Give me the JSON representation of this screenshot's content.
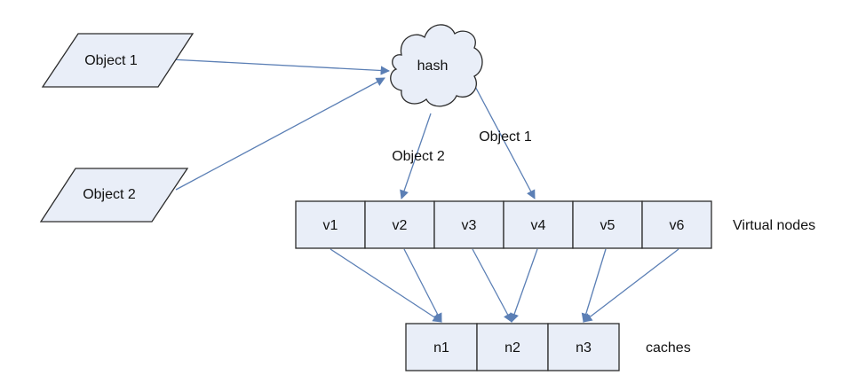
{
  "inputs": [
    "Object 1",
    "Object 2"
  ],
  "hash_label": "hash",
  "edge_labels": {
    "to_v2": "Object 2",
    "to_v4": "Object 1"
  },
  "virtual_nodes": [
    "v1",
    "v2",
    "v3",
    "v4",
    "v5",
    "v6"
  ],
  "virtual_nodes_label": "Virtual nodes",
  "caches": [
    "n1",
    "n2",
    "n3"
  ],
  "caches_label": "caches",
  "colors": {
    "fill": "#e9eef8",
    "edge": "#5b7fb5",
    "stroke": "#2b2b2b"
  }
}
